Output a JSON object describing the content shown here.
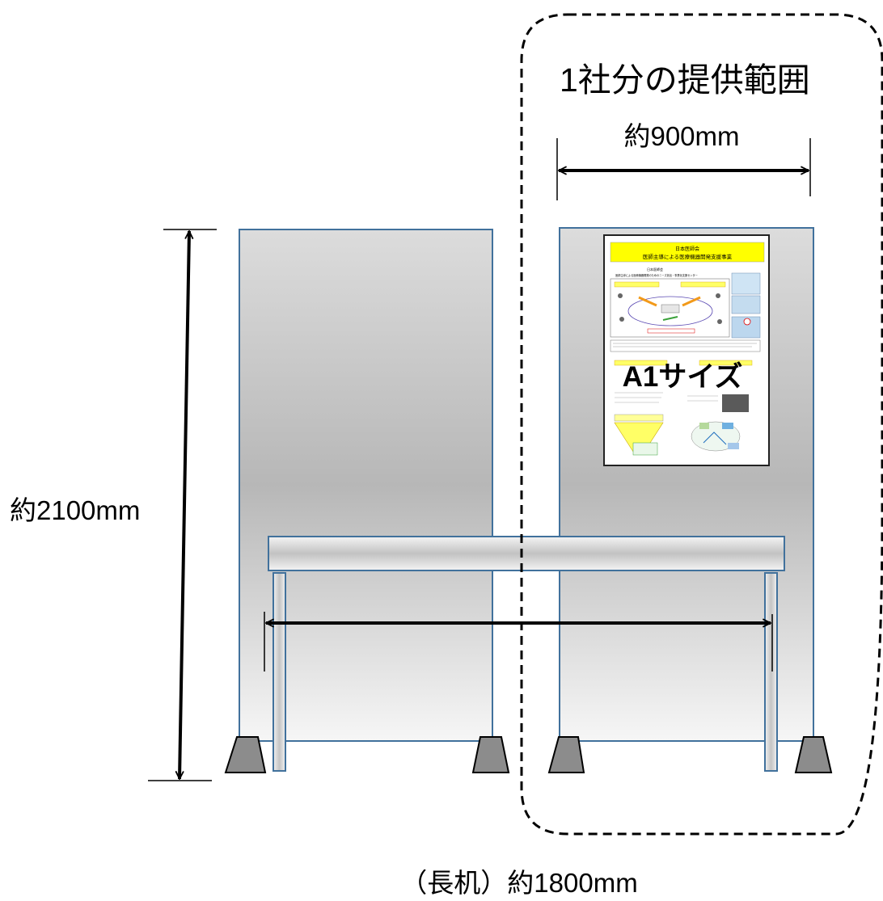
{
  "labels": {
    "provision_range": "1社分の提供範囲",
    "width_per_company": "約900mm",
    "height": "約2100mm",
    "table_width": "（長机）約1800mm",
    "poster_size": "A1サイズ"
  },
  "poster": {
    "org_title": "日本医師会",
    "project_title": "医師主導による医療機器開発支援事業",
    "section_1": "日本医師会",
    "section_2": "医師主導による医療機器開発のためのニーズ創出・事業化支援センター"
  },
  "colors": {
    "panel_stroke": "#41719c",
    "panel_fill_top": "#d9d9d9",
    "panel_fill_mid": "#b4b4b4",
    "panel_fill_bottom": "#f4f4f4",
    "foot_fill": "#8c8c8c",
    "poster_header": "#ffff00",
    "arrow": "#000000"
  }
}
